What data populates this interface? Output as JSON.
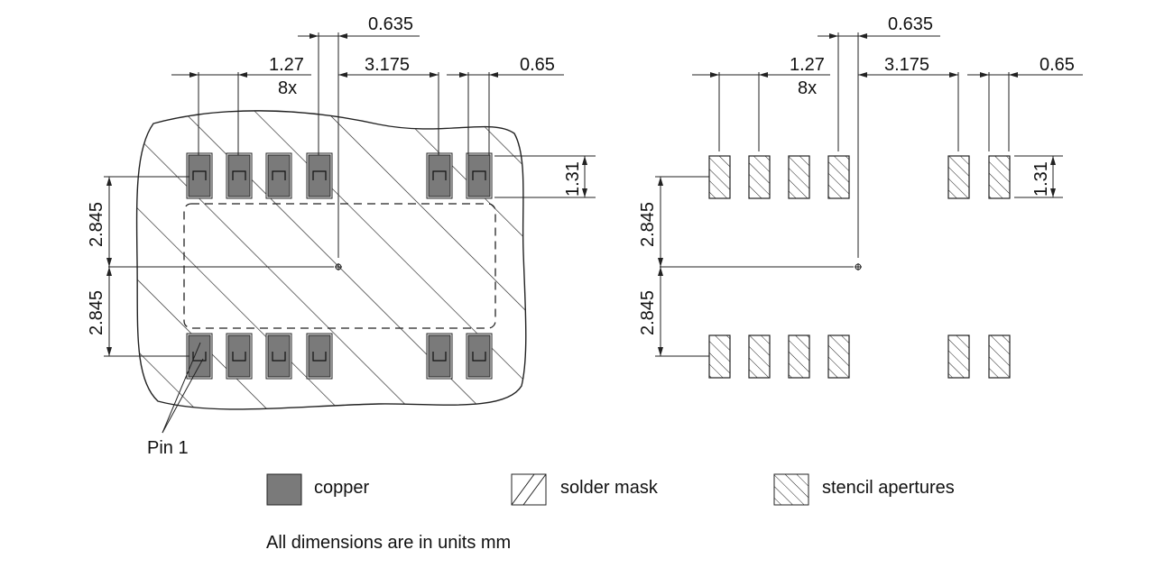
{
  "dimensions": {
    "pad_offset": "0.635",
    "pitch": "1.27",
    "pitch_count": "8x",
    "gap": "3.175",
    "pad_width": "0.65",
    "pad_height": "1.31",
    "row_offset_top": "2.845",
    "row_offset_bottom": "2.845"
  },
  "labels": {
    "pin1": "Pin 1",
    "note": "All dimensions are in units mm"
  },
  "legend": [
    {
      "key": "copper",
      "label": "copper",
      "color": "#7a7a7a"
    },
    {
      "key": "solder_mask",
      "label": "solder mask"
    },
    {
      "key": "stencil",
      "label": "stencil apertures"
    }
  ]
}
